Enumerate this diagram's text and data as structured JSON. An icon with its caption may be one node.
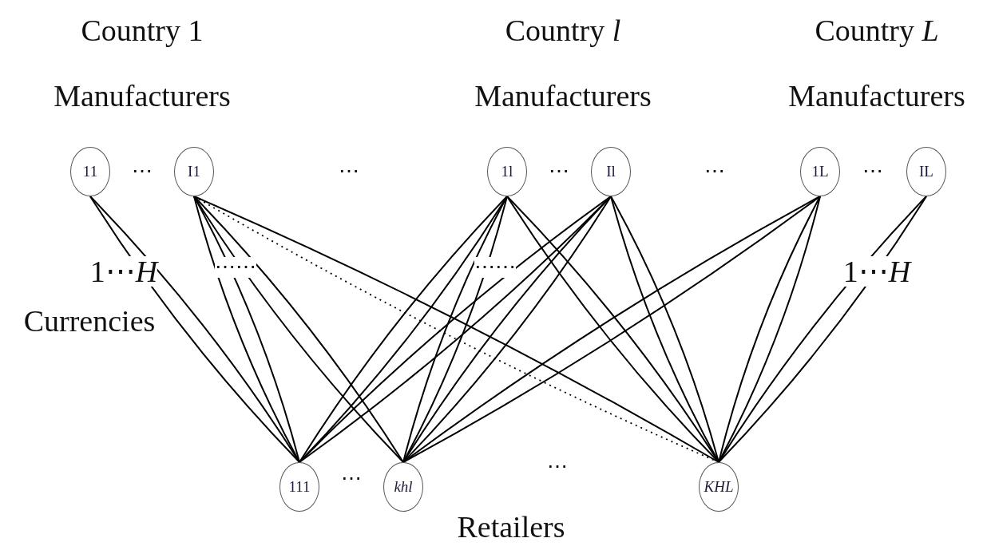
{
  "diagram": {
    "nodes": [
      {
        "text": [
          "11"
        ]
      },
      {
        "text": [
          "I1"
        ]
      },
      {
        "text": [
          "1l"
        ]
      },
      {
        "text": [
          "Il"
        ]
      },
      {
        "text": [
          "1L"
        ]
      },
      {
        "text": [
          "IL"
        ]
      },
      {
        "text": [
          "111"
        ]
      },
      {
        "text": [
          "*khl*"
        ]
      },
      {
        "text": [
          "*KHL*"
        ]
      }
    ],
    "edges": [
      {
        "from": 0,
        "to": 6,
        "arrow": "none"
      },
      {
        "from": 0,
        "to": 6,
        "arrow": "none"
      },
      {
        "from": 1,
        "to": 6,
        "arrow": "none"
      },
      {
        "from": 1,
        "to": 6,
        "arrow": "none"
      },
      {
        "from": 1,
        "to": 7,
        "arrow": "none"
      },
      {
        "from": 1,
        "to": 7,
        "arrow": "none"
      },
      {
        "from": 1,
        "to": 8,
        "arrow": "none"
      },
      {
        "from": 1,
        "to": 8,
        "arrow": "none",
        "style": "dashed"
      },
      {
        "from": 2,
        "to": 6,
        "arrow": "none"
      },
      {
        "from": 2,
        "to": 6,
        "arrow": "none"
      },
      {
        "from": 2,
        "to": 7,
        "arrow": "none"
      },
      {
        "from": 2,
        "to": 7,
        "arrow": "none"
      },
      {
        "from": 2,
        "to": 8,
        "arrow": "none"
      },
      {
        "from": 2,
        "to": 8,
        "arrow": "none"
      },
      {
        "from": 3,
        "to": 6,
        "arrow": "none"
      },
      {
        "from": 3,
        "to": 6,
        "arrow": "none"
      },
      {
        "from": 3,
        "to": 7,
        "arrow": "none"
      },
      {
        "from": 3,
        "to": 7,
        "arrow": "none"
      },
      {
        "from": 3,
        "to": 8,
        "arrow": "none"
      },
      {
        "from": 3,
        "to": 8,
        "arrow": "none"
      },
      {
        "from": 4,
        "to": 7,
        "arrow": "none"
      },
      {
        "from": 4,
        "to": 7,
        "arrow": "none"
      },
      {
        "from": 4,
        "to": 8,
        "arrow": "none"
      },
      {
        "from": 4,
        "to": 8,
        "arrow": "none"
      },
      {
        "from": 5,
        "to": 8,
        "arrow": "none"
      },
      {
        "from": 5,
        "to": 8,
        "arrow": "none"
      }
    ],
    "labels": [
      "Country 1",
      "Country *l*",
      "Country *L*",
      "Manufacturers",
      "Manufacturers",
      "Manufacturers",
      "⋯",
      "⋯",
      "⋯",
      "⋯",
      "⋯",
      "1⋯*H*",
      "⋯⋯",
      "⋯⋯",
      "1⋯*H*",
      "Currencies",
      "⋯",
      "⋯",
      "Retailers"
    ]
  }
}
